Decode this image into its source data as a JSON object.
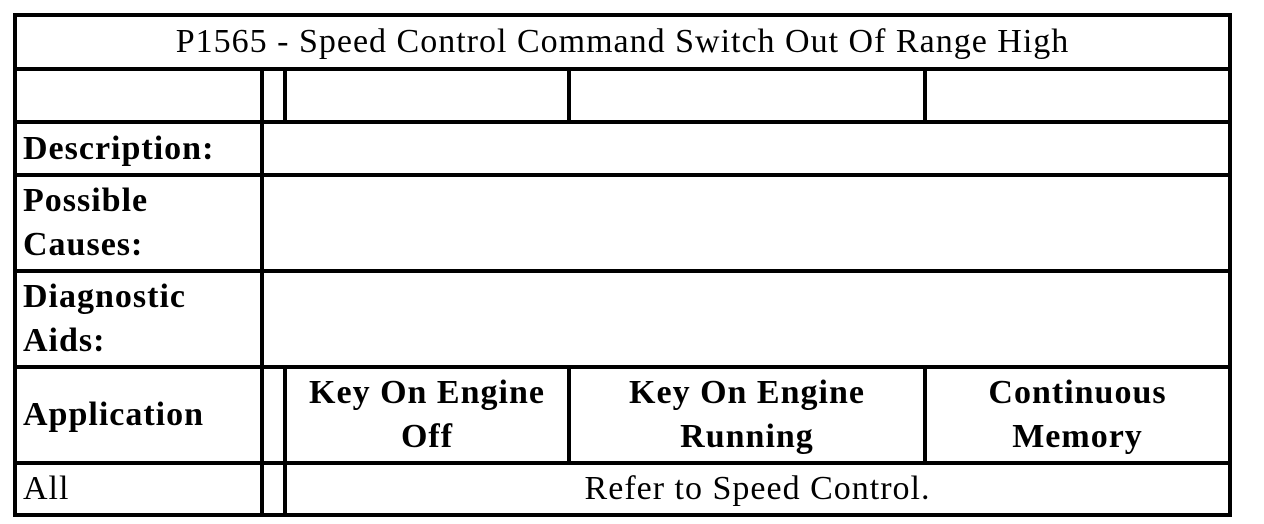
{
  "document": {
    "title": "P1565 - Speed Control Command Switch Out Of Range High",
    "sections": {
      "description": {
        "label": "Description:",
        "content": ""
      },
      "possible_causes": {
        "label": "Possible Causes:",
        "content": ""
      },
      "diagnostic_aids": {
        "label": "Diagnostic Aids:",
        "content": ""
      }
    },
    "application_table": {
      "header": {
        "application": "Application",
        "columns": [
          "Key On Engine Off",
          "Key On Engine Running",
          "Continuous Memory"
        ]
      },
      "rows": [
        {
          "application": "All",
          "result": "Refer to Speed Control."
        }
      ]
    },
    "colors": {
      "background": "#ffffff",
      "border": "#000000",
      "text": "#000000"
    }
  }
}
